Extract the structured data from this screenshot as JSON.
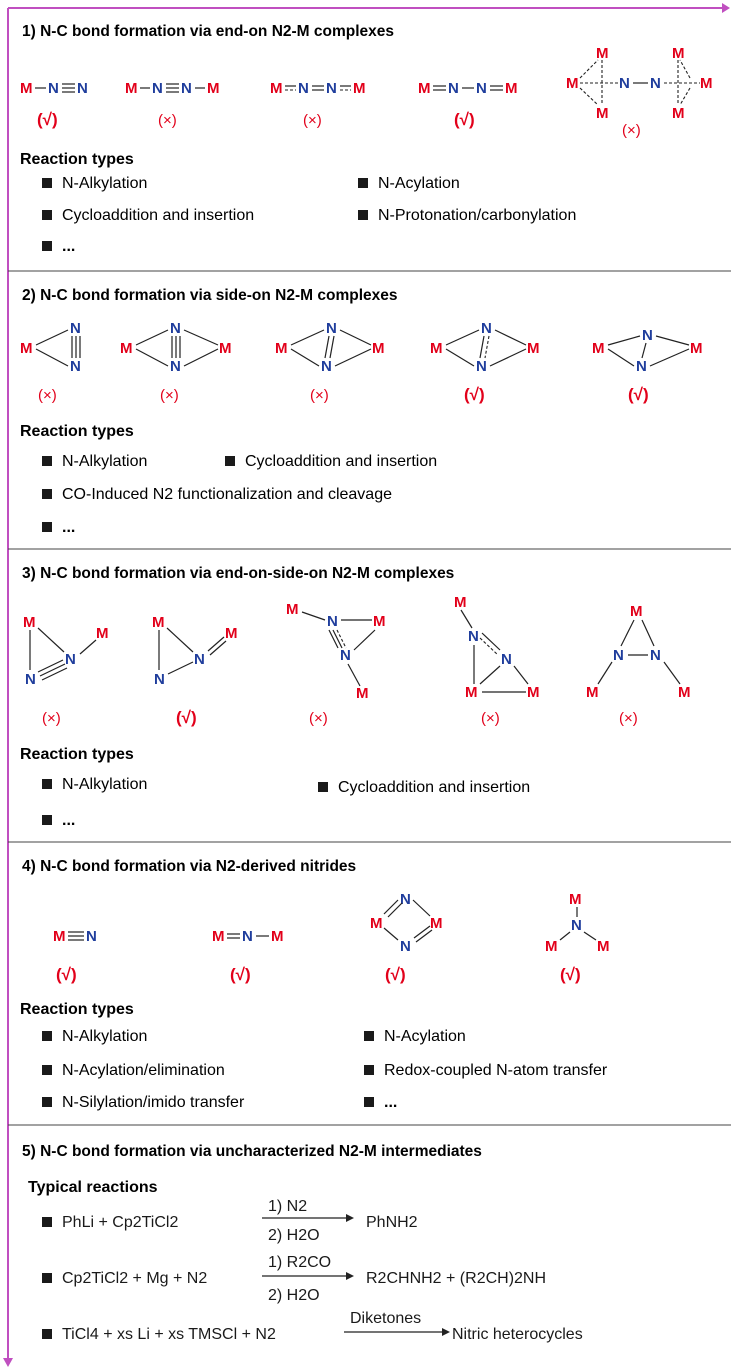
{
  "sections": [
    {
      "title": "1) N-C bond formation via end-on N2-M complexes",
      "marks": [
        "(√)",
        "(×)",
        "(×)",
        "(√)",
        "(×)"
      ],
      "reaction_types_label": "Reaction types",
      "reaction_types": [
        "N-Alkylation",
        "N-Acylation",
        "Cycloaddition and insertion",
        "N-Protonation/carbonylation",
        "..."
      ]
    },
    {
      "title": "2) N-C bond formation via side-on N2-M complexes",
      "marks": [
        "(×)",
        "(×)",
        "(×)",
        "(√)",
        "(√)"
      ],
      "reaction_types_label": "Reaction types",
      "reaction_types": [
        "N-Alkylation",
        "Cycloaddition and insertion",
        "CO-Induced N2 functionalization and cleavage",
        "..."
      ]
    },
    {
      "title": "3) N-C bond formation via end-on-side-on N2-M complexes",
      "marks": [
        "(×)",
        "(√)",
        "(×)",
        "(×)",
        "(×)"
      ],
      "reaction_types_label": "Reaction types",
      "reaction_types": [
        "N-Alkylation",
        "Cycloaddition and insertion",
        "..."
      ]
    },
    {
      "title": "4) N-C bond formation via N2-derived nitrides",
      "marks": [
        "(√)",
        "(√)",
        "(√)",
        "(√)"
      ],
      "reaction_types_label": "Reaction types",
      "reaction_types": [
        "N-Alkylation",
        "N-Acylation",
        "N-Acylation/elimination",
        "Redox-coupled N-atom transfer",
        "N-Silylation/imido transfer",
        "..."
      ]
    },
    {
      "title": "5) N-C bond formation via uncharacterized N2-M intermediates",
      "typical_label": "Typical reactions",
      "reactions": [
        {
          "reactants": "PhLi + Cp2TiCl2",
          "conditions": [
            "1) N2",
            "2) H2O"
          ],
          "product": "PhNH2"
        },
        {
          "reactants": "Cp2TiCl2 + Mg + N2",
          "conditions": [
            "1) R2CO",
            "2) H2O"
          ],
          "product": "R2CHNH2 + (R2CH)2NH"
        },
        {
          "reactants": "TiCl4 + xs Li + xs TMSCl + N2",
          "conditions": [
            "Diketones"
          ],
          "product": "Nitric heterocycles"
        }
      ]
    }
  ],
  "colors": {
    "metal": "#e2001a",
    "nitrogen": "#1f3d9c",
    "frame": "#c04fc0",
    "text": "#1a1a1a"
  }
}
